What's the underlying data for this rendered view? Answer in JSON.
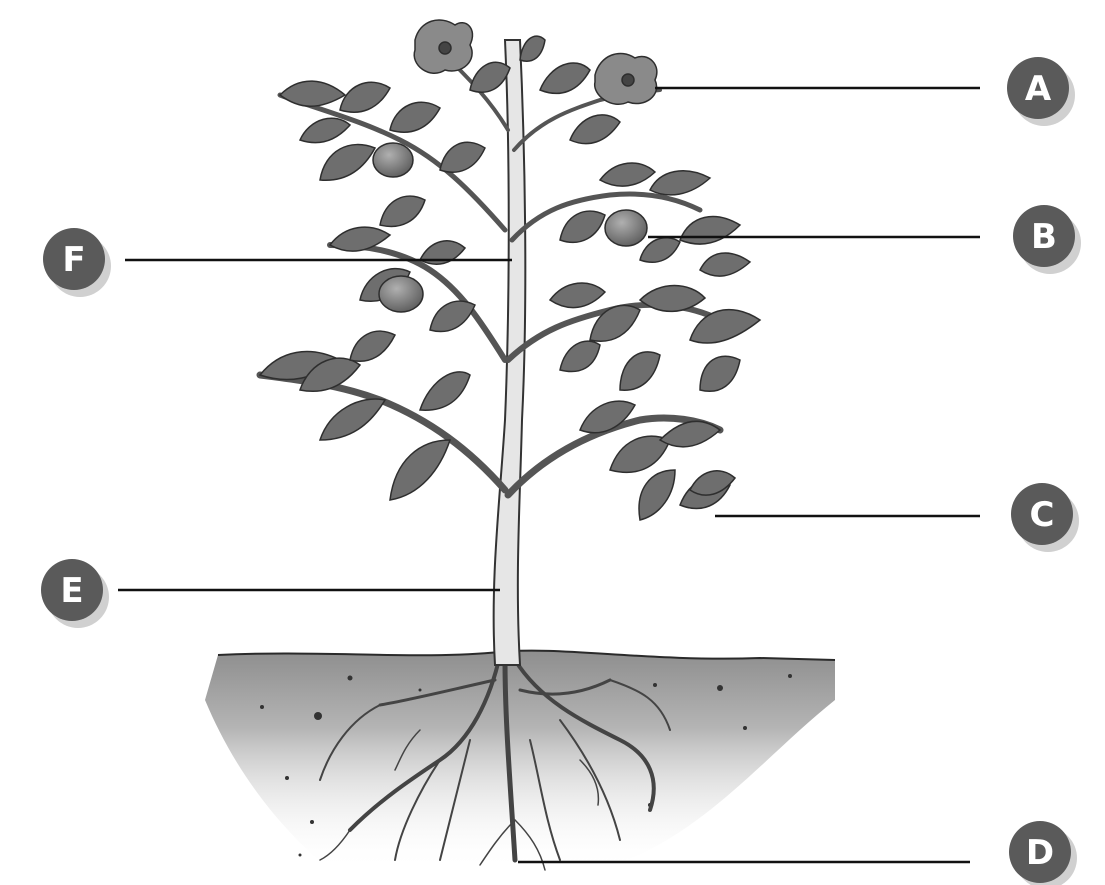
{
  "diagram": {
    "subject": "plant",
    "labels": [
      {
        "id": "A",
        "text": "A",
        "points_to": "flower"
      },
      {
        "id": "B",
        "text": "B",
        "points_to": "fruit"
      },
      {
        "id": "C",
        "text": "C",
        "points_to": "leaf"
      },
      {
        "id": "D",
        "text": "D",
        "points_to": "root"
      },
      {
        "id": "E",
        "text": "E",
        "points_to": "main-stem"
      },
      {
        "id": "F",
        "text": "F",
        "points_to": "branch"
      }
    ],
    "colors": {
      "badge": "#5a5a5a",
      "badge_shadow": "#c8c8c8",
      "leaf": "#6e6e6e",
      "leaf_dark": "#3c3c3c",
      "stem": "#e4e4e4",
      "soil": "#a8a8a8",
      "root": "#444444",
      "line": "#111111"
    }
  }
}
